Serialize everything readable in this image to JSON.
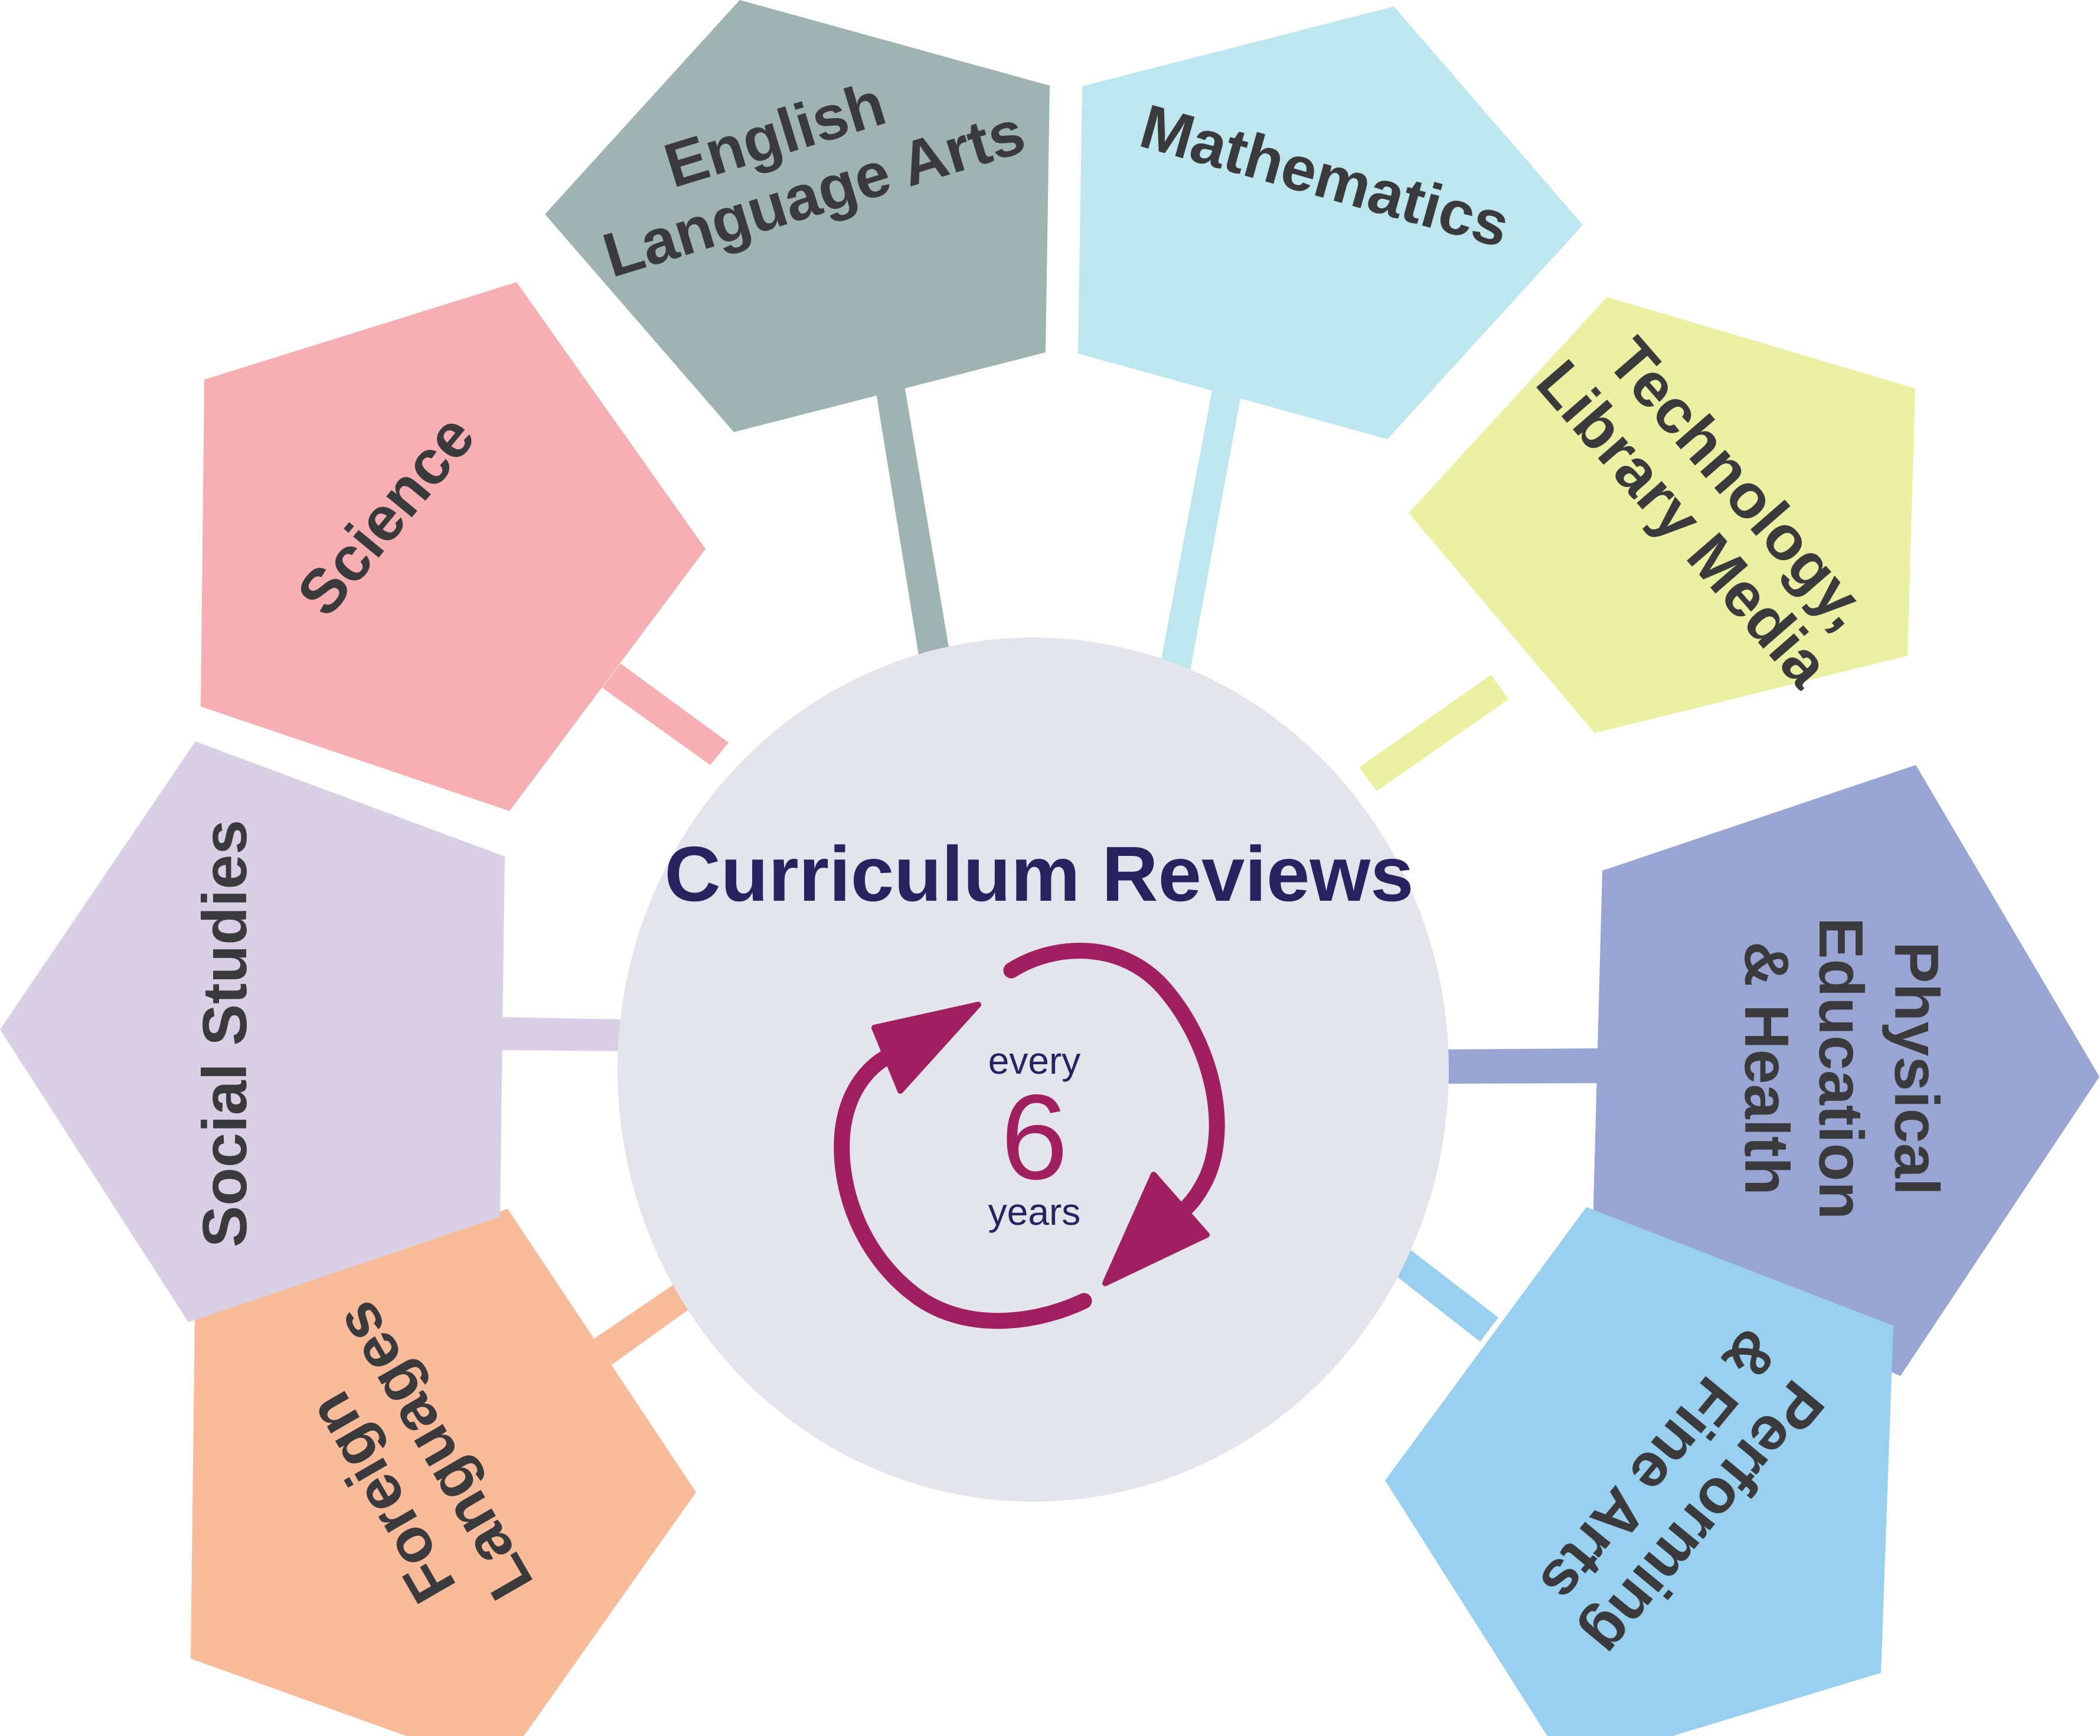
{
  "center": {
    "title": "Curriculum Reviews",
    "cycle": {
      "prefix": "every",
      "number": "6",
      "suffix": "years",
      "icon": "cycle-arrows-icon"
    },
    "colors": {
      "fill": "#e3e4ec",
      "title": "#28225f",
      "accent": "#a01f60"
    }
  },
  "subjects": [
    {
      "id": "english-language-arts",
      "lines": [
        "English",
        "Language Arts"
      ],
      "color": "#9fb3b2"
    },
    {
      "id": "mathematics",
      "lines": [
        "Mathematics"
      ],
      "color": "#bee6ef"
    },
    {
      "id": "technology-library-media",
      "lines": [
        "Technology,",
        "Library Media"
      ],
      "color": "#ecf0a3"
    },
    {
      "id": "physical-education-health",
      "lines": [
        "Physical",
        "Education",
        "& Health"
      ],
      "color": "#99a5d3"
    },
    {
      "id": "performing-fine-arts",
      "lines": [
        "Performing",
        "& Fine Arts"
      ],
      "color": "#99cfef"
    },
    {
      "id": "foreign-languages",
      "lines": [
        "Foreign",
        "Languages"
      ],
      "color": "#f9bc9b"
    },
    {
      "id": "social-studies",
      "lines": [
        "Social Studies"
      ],
      "color": "#d9d0e6"
    },
    {
      "id": "science",
      "lines": [
        "Science"
      ],
      "color": "#f6b0b3"
    }
  ],
  "label_color": "#3a3a3d"
}
